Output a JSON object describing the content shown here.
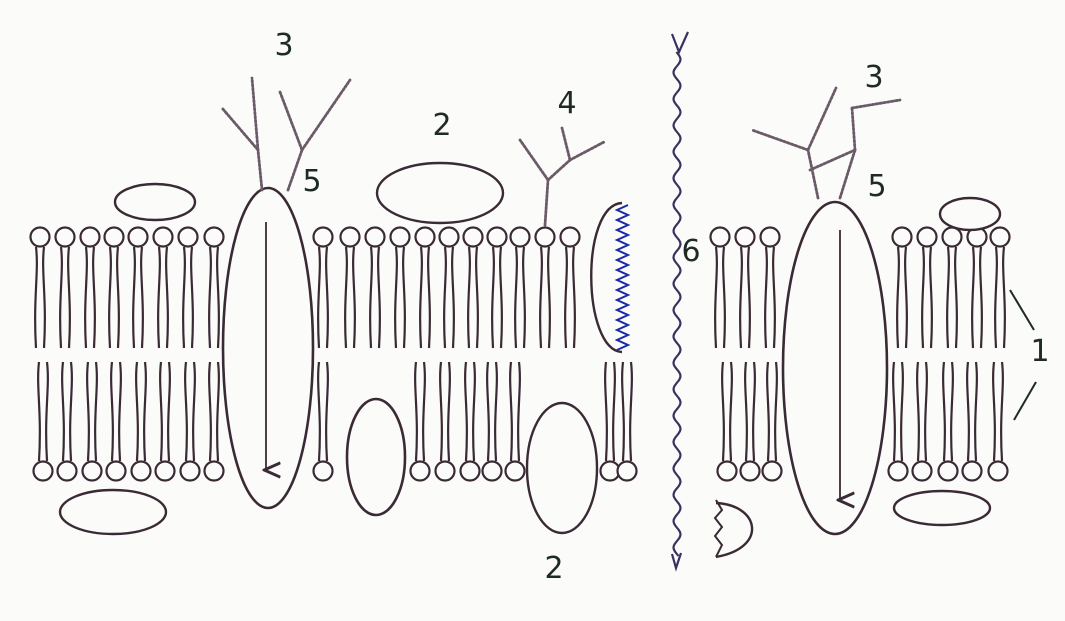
{
  "diagram": {
    "ink_color": "#3a2a35",
    "glyco_color": "#6b5a68",
    "filament_color": "#3a3160",
    "blue_accent": "#1b2aa8",
    "paper_color": "#fbfbf9",
    "labels": {
      "n1": "1",
      "n2_top": "2",
      "n2_bottom": "2",
      "n3_left": "3",
      "n3_right": "3",
      "n4": "4",
      "n5_left": "5",
      "n5_right": "5",
      "n6": "6"
    }
  }
}
